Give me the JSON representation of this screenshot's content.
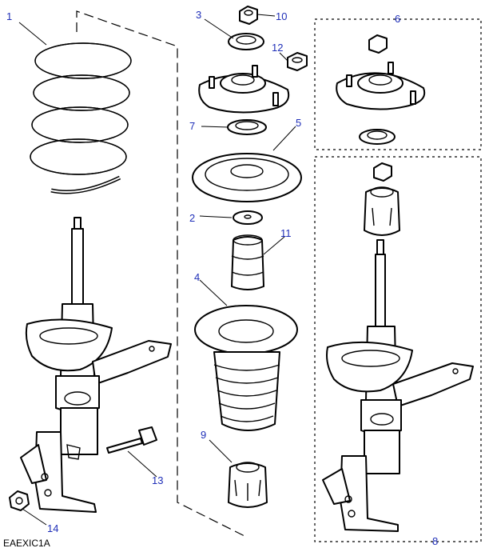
{
  "labels": {
    "l1": "1",
    "l2": "2",
    "l3": "3",
    "l4": "4",
    "l5": "5",
    "l6": "6",
    "l7": "7",
    "l8": "8",
    "l9": "9",
    "l10": "10",
    "l11": "11",
    "l12": "12",
    "l13": "13",
    "l14": "14"
  },
  "diagram_code": "EAEXIC1A",
  "colors": {
    "label_text": "#1f2fb8",
    "line_art": "#000000",
    "background": "#ffffff"
  }
}
